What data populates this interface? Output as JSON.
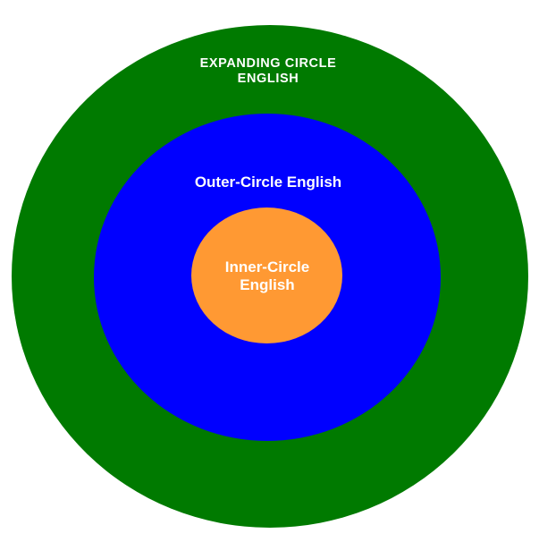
{
  "colors": {
    "background": "#ffffff",
    "expanding_circle": "#007a00",
    "outer_circle": "#0000ff",
    "inner_circle": "#ff9933",
    "label_text": "#ffffff"
  },
  "circles": {
    "expanding": {
      "label": "EXPANDING CIRCLE\nENGLISH"
    },
    "outer": {
      "label": "Outer-Circle English"
    },
    "inner": {
      "label": "Inner-Circle\nEnglish"
    }
  }
}
